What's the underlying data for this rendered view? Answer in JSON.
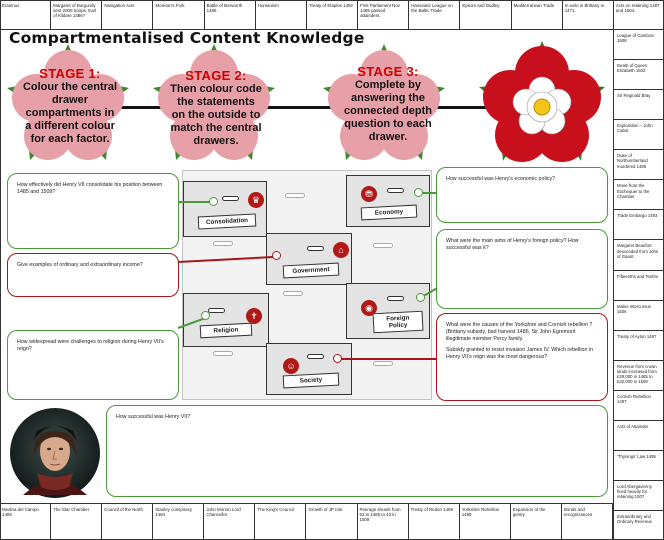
{
  "title": "Compartmentalised Content Knowledge",
  "stages": [
    {
      "head": "STAGE 1:",
      "body": "Colour the central drawer compartments in a different colour for each factor."
    },
    {
      "head": "STAGE 2:",
      "body": "Then colour code the statements on the outside to match the central drawers."
    },
    {
      "head": "STAGE 3:",
      "body": "Complete by answering the connected depth question to each drawer."
    }
  ],
  "drawers": [
    "Consolidation",
    "Economy",
    "Government",
    "Religion",
    "Foreign Policy",
    "Society"
  ],
  "questions": {
    "consolidation": "How effectively did Henry VII consolidate his position between 1485 and 1509?",
    "economy": "How successful was Henry's economic policy?",
    "government": "Give examples of ordinary and extraordinary income?",
    "foreign": "What were the main aims of Henry's foreign policy? How successful was it?",
    "religion": "How widespread were challenges to religion during Henry VII's reign?",
    "society_q": "What were the causes of the Yorkshire and Cornish rebellion ? (Brittany subsidy, bad harvest 1486, Sir John Egremont illegitimate member Percy family.",
    "society_a": "Subsidy granted to resist invasion James IV. Which rebellion in Henry VII's reign was the most dangerous?",
    "summary": "How successful was Henry VII?"
  },
  "top_row": [
    "Erasmus",
    "Margaret of Burgundy sent 2000 troops, Earl of Kildare 1486?",
    "Navigation Acts",
    "Moreton's Fork",
    "Battle of Bosworth 1485",
    "Humanism",
    "Treaty of Etaples 1492",
    "First Parliament Nov 1485 passed attainders.",
    "Hanseatic League on the Baltic Trade",
    "Epsom and Dudley",
    "Mediterranean Trade",
    "In exile in Brittany in 1471.",
    "Acts on retaining 1487 and 1504."
  ],
  "right_col": [
    "League of Cambrai 1508",
    "Death of Queen Elizabeth 1503",
    "Sir Reginald Bray",
    "Exploration – John Cabot",
    "Duke of Northumberland murdered 1489",
    "Move from the Exchequer to the Chamber",
    "Trade Embargo 1493",
    "Margaret Beaufort descended from John of Gaunt.",
    "Fifteenths and Tenths",
    "Malus Intercursus 1506",
    "Treaty of Ayton 1497",
    "Revenue from crown lands increased from £29,000 in 1485 to £42,000 in 1508",
    "Cornish Rebellion 1497",
    "Acts of Attainder",
    "'Thynings' Law 1495",
    "Lord Abergavenny fined heavily for retaining 1507",
    "Extraordinary and Ordinary Revenue"
  ],
  "bottom_row": [
    "Medina del Campo 1489",
    "The Star Chamber",
    "Council of the North",
    "Stanley conspiracy 1494",
    "John Morton Lord Chancellor",
    "The King's Council",
    "Growth of JP role",
    "Peerage shrank from 62 in 1485 to 42 in 1509",
    "Treaty of Redon 1489",
    "Yorkshire Rebellion 1489",
    "Expansion of the gentry",
    "Bonds and recognizances"
  ],
  "colors": {
    "red": "#a8151b",
    "green": "#4a9a3a",
    "rose": "#e8a0a8"
  }
}
